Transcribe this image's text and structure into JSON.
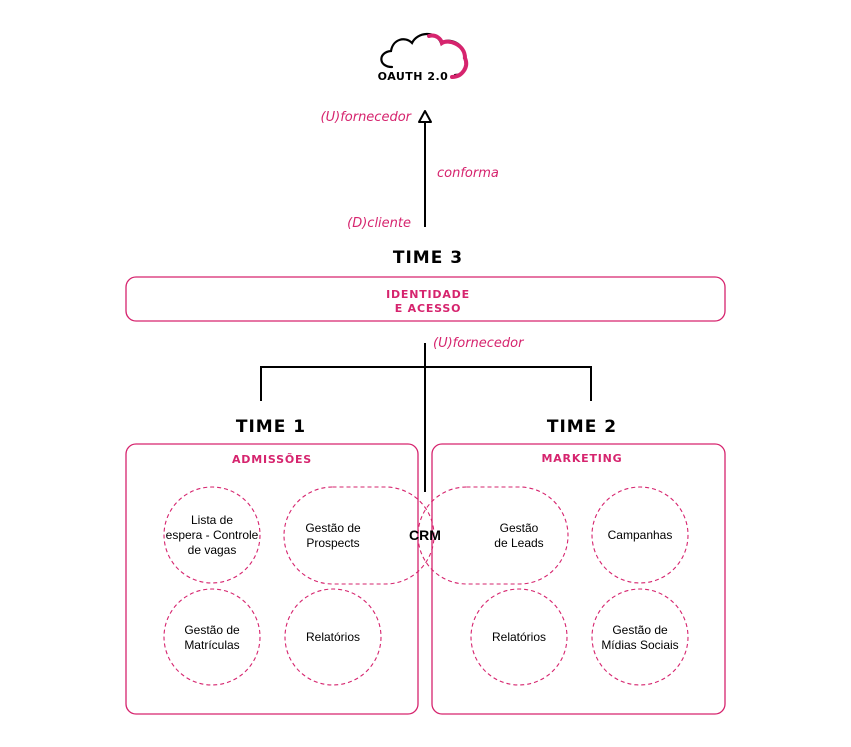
{
  "colors": {
    "accent": "#d6246e",
    "ink": "#000000",
    "background": "#ffffff"
  },
  "top": {
    "icon": "cloud-icon",
    "label": "OAUTH 2.0"
  },
  "relation_top": {
    "upstream": "(U)fornecedor",
    "type": "conforma",
    "downstream": "(D)cliente"
  },
  "time3": {
    "title": "TIME 3",
    "box_line1": "IDENTIDADE",
    "box_line2": "E ACESSO"
  },
  "relation_mid": {
    "upstream": "(U)fornecedor"
  },
  "time1": {
    "title": "TIME 1",
    "box_title": "ADMISSÕES",
    "nodes": {
      "waitlist": [
        "Lista de",
        "espera - Controle",
        "de vagas"
      ],
      "prospects": [
        "Gestão de",
        "Prospects"
      ],
      "enrollments": [
        "Gestão de",
        "Matrículas"
      ],
      "reports": [
        "Relatórios"
      ]
    }
  },
  "time2": {
    "title": "TIME 2",
    "box_title": "MARKETING",
    "nodes": {
      "leads": [
        "Gestão",
        "de Leads"
      ],
      "campaigns": [
        "Campanhas"
      ],
      "reports": [
        "Relatórios"
      ],
      "social": [
        "Gestão de",
        "Mídias Sociais"
      ]
    }
  },
  "shared": {
    "crm": "CRM"
  }
}
